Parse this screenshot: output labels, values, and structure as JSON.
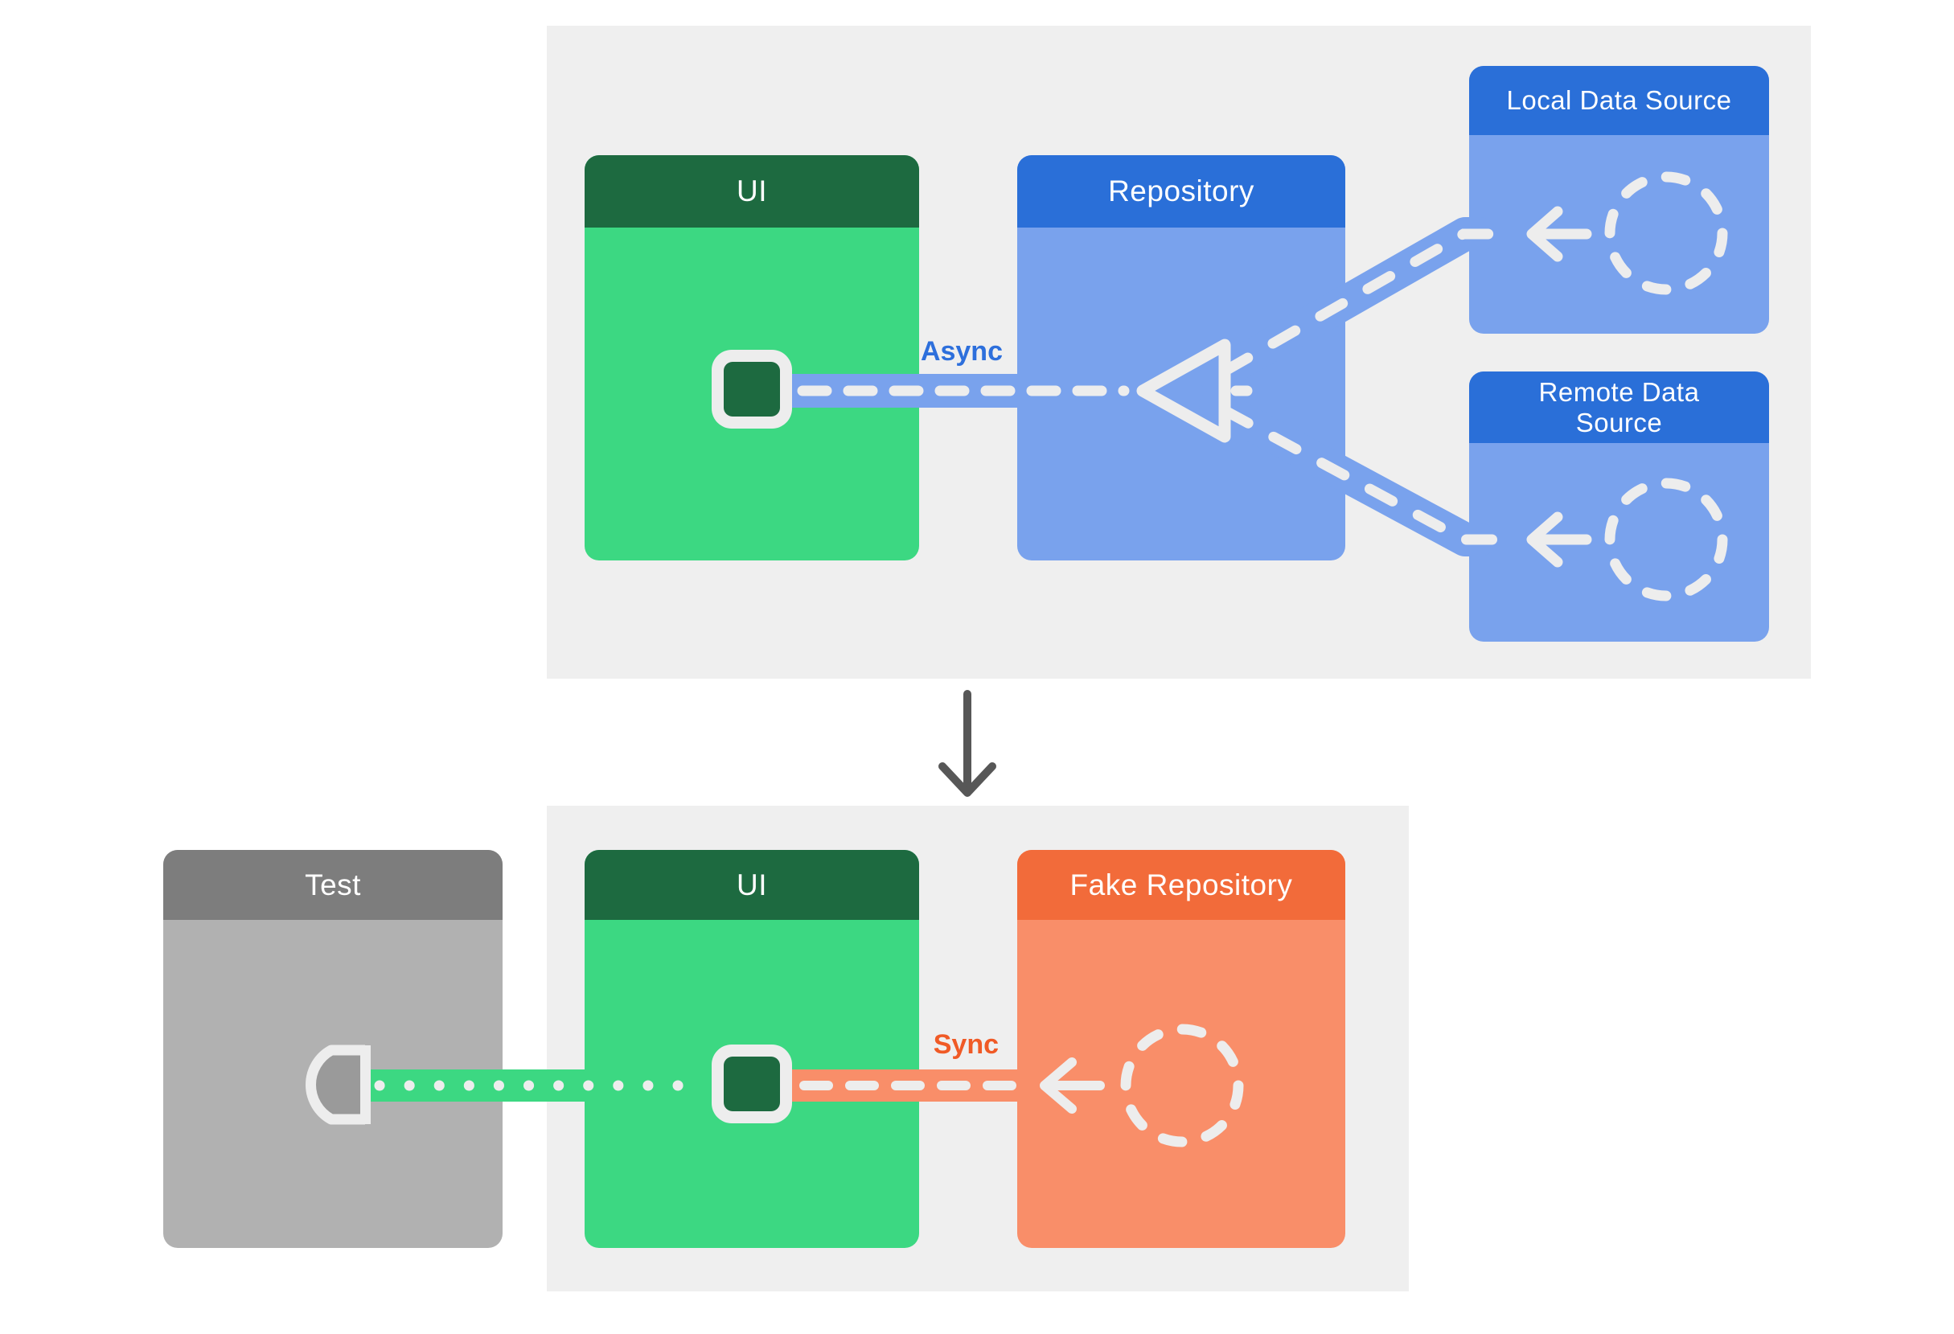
{
  "colors": {
    "canvas_bg": "#ffffff",
    "panel_bg": "#efefef",
    "green_header": "#1d6a40",
    "green_body": "#3cd882",
    "blue_header": "#2a6fd8",
    "blue_body": "#79a2ed",
    "orange_header": "#f26b3a",
    "orange_body": "#f98e69",
    "gray_header": "#7d7d7d",
    "gray_body": "#b1b1b1",
    "socket_inner": "#9a9a9a",
    "connector_white": "#ededed",
    "async_text": "#2d6fdc",
    "sync_text": "#f05a26",
    "down_arrow": "#575757"
  },
  "production": {
    "ui_label": "UI",
    "repository_label": "Repository",
    "local_data_source_label": "Local Data Source",
    "remote_data_source_line1": "Remote Data",
    "remote_data_source_line2": "Source",
    "async_label": "Async"
  },
  "test_scenario": {
    "test_label": "Test",
    "ui_label": "UI",
    "fake_repository_label": "Fake Repository",
    "sync_label": "Sync"
  }
}
